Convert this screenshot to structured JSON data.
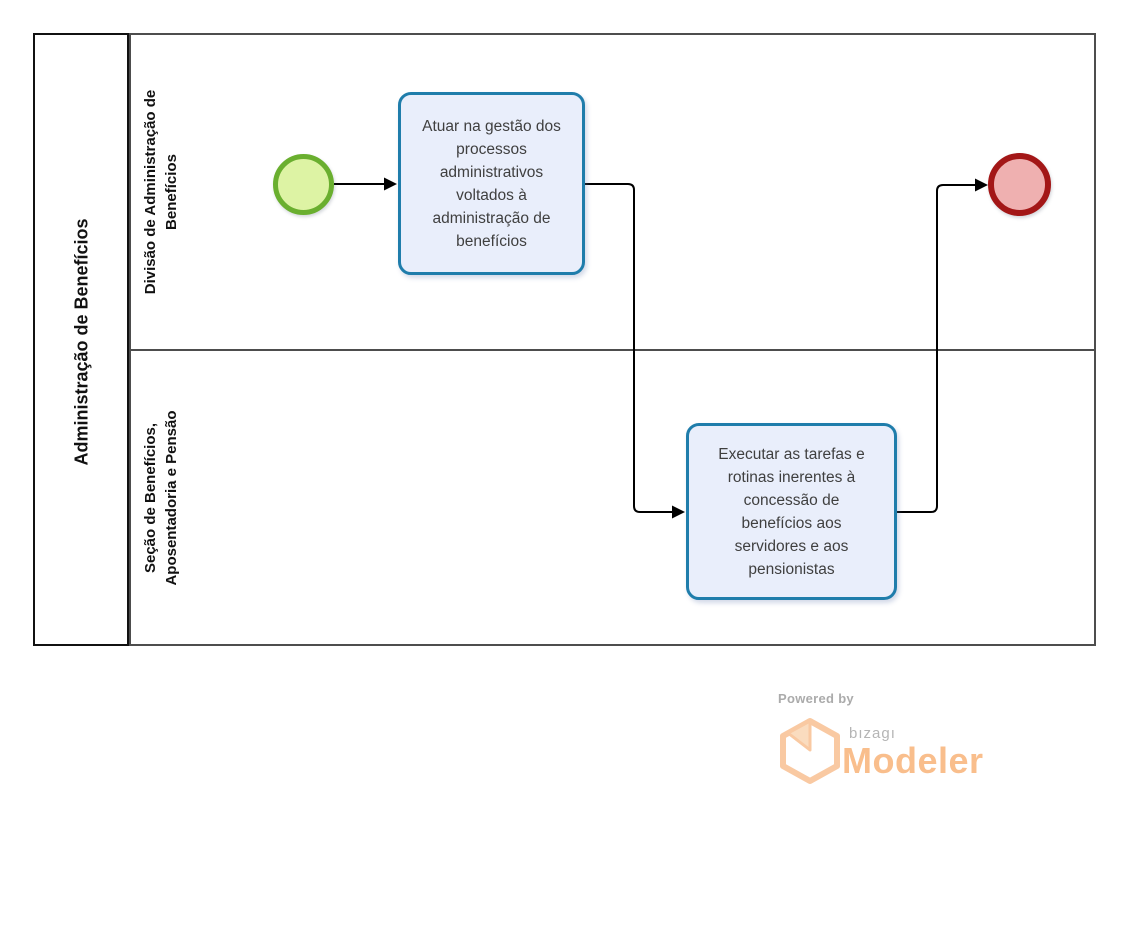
{
  "diagram": {
    "pool": {
      "title": "Administração de Benefícios",
      "lanes": [
        {
          "name": "Divisão de Administração de Benefícios",
          "label_lines": [
            "Divisão de Administração de",
            "Benefícios"
          ]
        },
        {
          "name": "Seção de Benefícios, Aposentadoria e Pensão",
          "label_lines": [
            "Seção de Benefícios,",
            "Aposentadoria e Pensão"
          ]
        }
      ]
    },
    "nodes": {
      "start_event": {
        "type": "start-event",
        "border_color": "#6aaf2f",
        "fill_color": "#ddf3a4"
      },
      "task_1": {
        "type": "task",
        "label": "Atuar na gestão dos processos administrativos voltados à administração de benefícios",
        "border_color": "#1f7dab",
        "fill_color": "#e9eefb",
        "lane": "Divisão de Administração de Benefícios"
      },
      "task_2": {
        "type": "task",
        "label": "Executar as tarefas e rotinas inerentes à concessão de benefícios aos servidores e aos pensionistas",
        "border_color": "#1f7dab",
        "fill_color": "#e9eefb",
        "lane": "Seção de Benefícios, Aposentadoria e Pensão"
      },
      "end_event": {
        "type": "end-event",
        "border_color": "#a31717",
        "fill_color": "#efb0b0"
      }
    },
    "flows": [
      {
        "from": "start_event",
        "to": "task_1"
      },
      {
        "from": "task_1",
        "to": "task_2"
      },
      {
        "from": "task_2",
        "to": "end_event"
      }
    ]
  },
  "footer": {
    "powered_by": "Powered by",
    "brand": "bızagı",
    "product": "Modeler",
    "accent_color": "#f9be8c"
  }
}
